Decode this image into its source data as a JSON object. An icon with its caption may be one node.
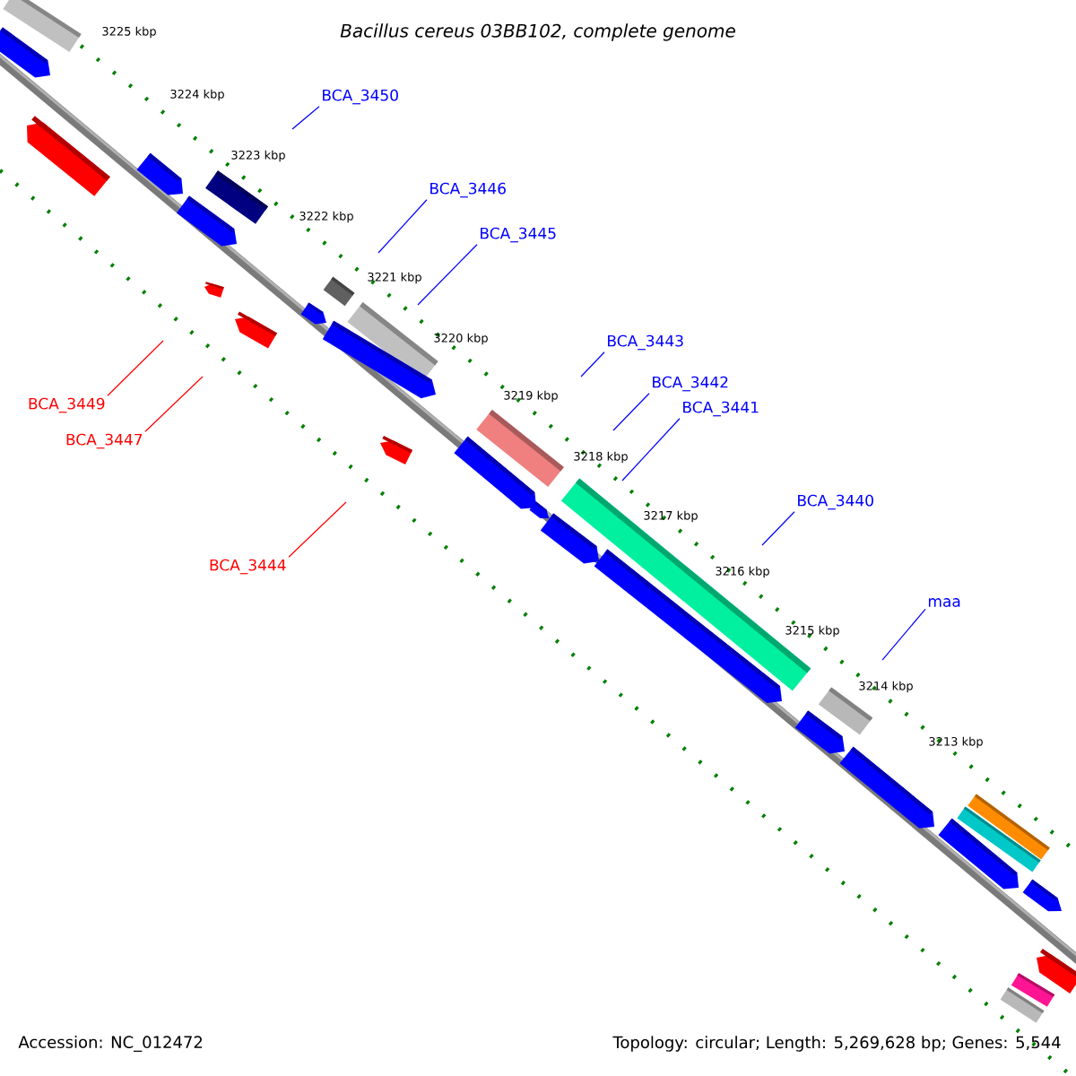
{
  "diagram": {
    "title": "Bacillus cereus 03BB102, complete genome",
    "nodes": [
      {
        "text": [
          "BCA_3450"
        ]
      },
      {
        "text": [
          "BCA_3446"
        ]
      },
      {
        "text": [
          "BCA_3445"
        ]
      },
      {
        "text": [
          "BCA_3449"
        ]
      },
      {
        "text": [
          "BCA_3447"
        ]
      },
      {
        "text": [
          "BCA_3443"
        ]
      },
      {
        "text": [
          "BCA_3442"
        ]
      },
      {
        "text": [
          "BCA_3441"
        ]
      },
      {
        "text": [
          "BCA_3444"
        ]
      },
      {
        "text": [
          "BCA_3440"
        ]
      },
      {
        "text": [
          "maa"
        ]
      }
    ],
    "edges": [
      {
        "from": 0,
        "to": null,
        "arrow": "none"
      },
      {
        "from": 1,
        "to": null,
        "arrow": "none"
      },
      {
        "from": 2,
        "to": null,
        "arrow": "none"
      },
      {
        "from": 3,
        "to": null,
        "arrow": "none",
        "color": "#ff0000"
      },
      {
        "from": 4,
        "to": null,
        "arrow": "none",
        "color": "#ff0000"
      },
      {
        "from": 5,
        "to": null,
        "arrow": "none"
      },
      {
        "from": 6,
        "to": null,
        "arrow": "none"
      },
      {
        "from": 7,
        "to": null,
        "arrow": "none"
      },
      {
        "from": 8,
        "to": null,
        "arrow": "none",
        "color": "#ff0000"
      },
      {
        "from": 9,
        "to": null,
        "arrow": "none"
      },
      {
        "from": 10,
        "to": null,
        "arrow": "none"
      }
    ],
    "labels": [
      "3225 kbp",
      "3224 kbp",
      "3223 kbp",
      "3222 kbp",
      "3221 kbp",
      "3220 kbp",
      "3219 kbp",
      "3218 kbp",
      "3217 kbp",
      "3216 kbp",
      "3215 kbp",
      "3214 kbp",
      "3213 kbp",
      "Accession: NC_012472",
      "Topology: circular; Length: 5,269,628 bp; Genes: 5,544"
    ]
  }
}
